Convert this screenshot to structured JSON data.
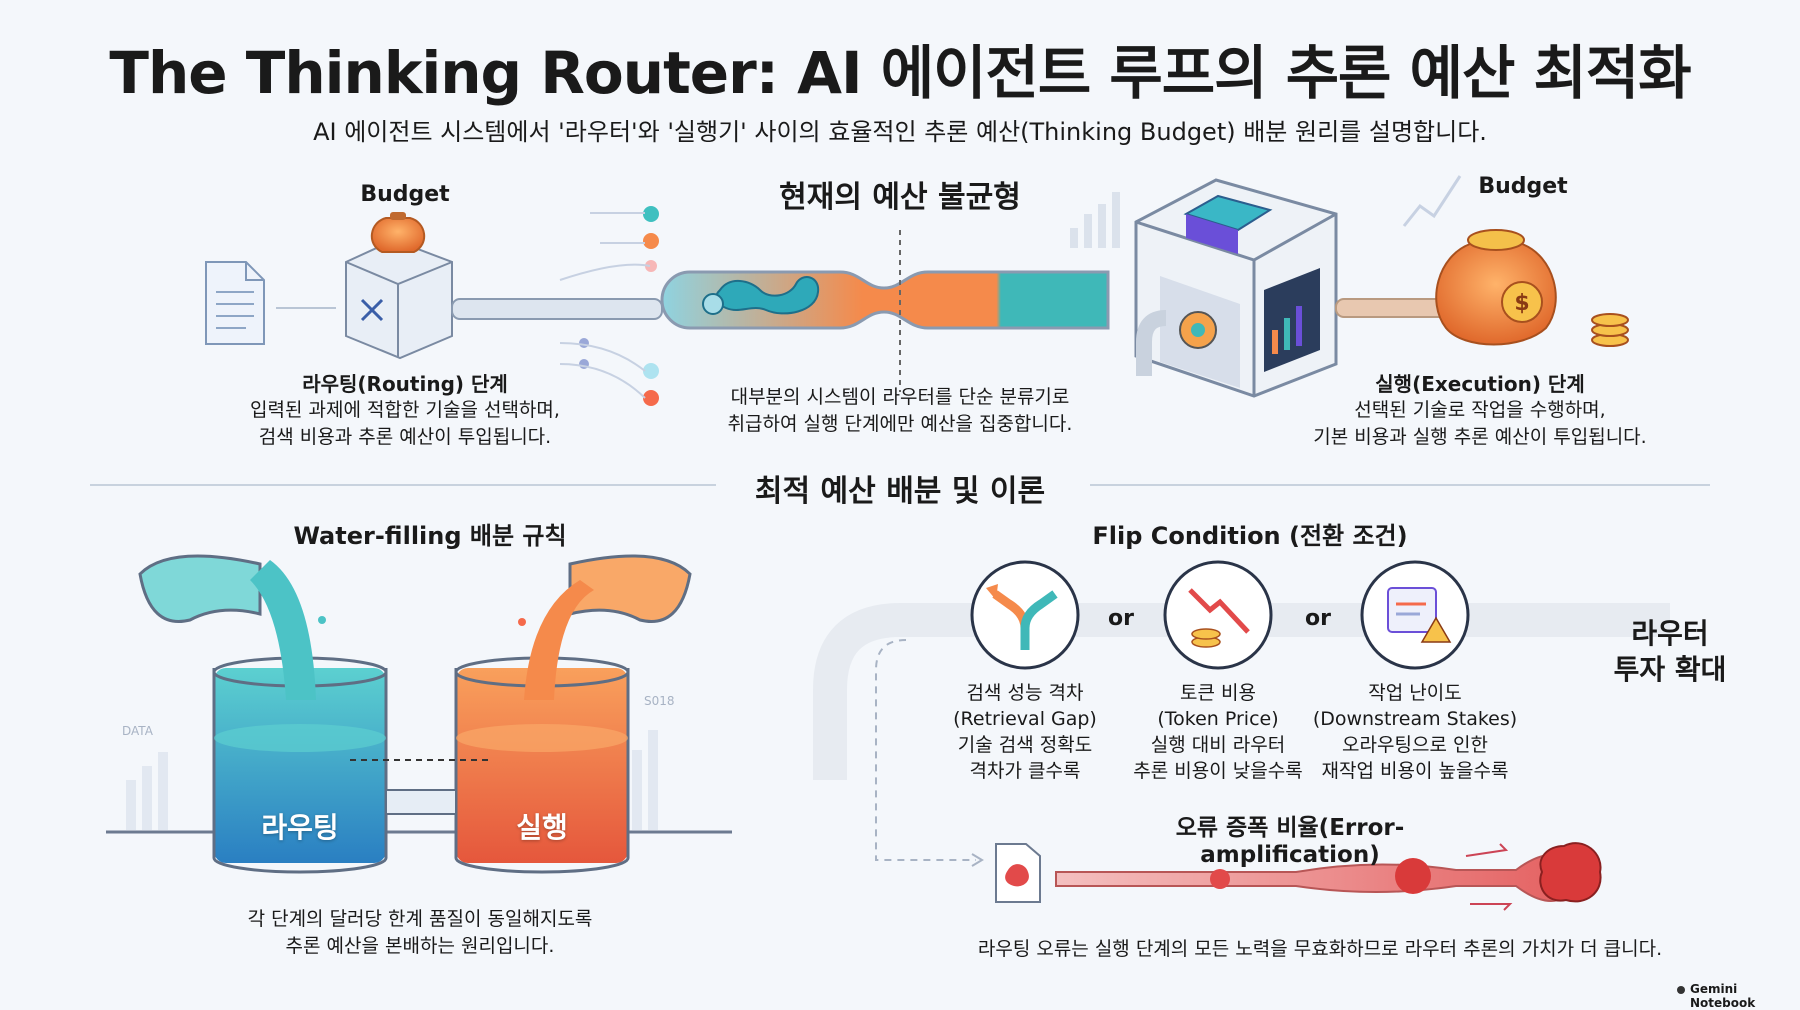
{
  "title": "The Thinking Router: AI 에이전트 루프의 추론 예산 최적화",
  "subtitle": "AI 에이전트 시스템에서 '라우터'와 '실행기' 사이의 효율적인 추론 예산(Thinking Budget) 배분 원리를 설명합니다.",
  "top": {
    "heading": "현재의 예산 불균형",
    "budget_left": "Budget",
    "budget_right": "Budget",
    "routing": {
      "title": "라우팅(Routing) 단계",
      "line1": "입력된 과제에 적합한 기술을 선택하며,",
      "line2": "검색 비용과 추론 예산이 투입됩니다."
    },
    "middle": {
      "line1": "대부분의 시스템이 라우터를 단순 분류기로",
      "line2": "취급하여 실행 단계에만 예산을 집중합니다."
    },
    "execution": {
      "title": "실행(Execution) 단계",
      "line1": "선택된 기술로 작업을 수행하며,",
      "line2": "기본 비용과 실행 추론 예산이 투입됩니다."
    }
  },
  "divider_heading": "최적 예산 배분 및 이론",
  "water": {
    "heading": "Water-filling 배분 규칙",
    "tank_left": "라우팅",
    "tank_right": "실행",
    "caption1": "각 단계의 달러당 한계 품질이 동일해지도록",
    "caption2": "추론 예산을 본배하는 원리입니다."
  },
  "flip": {
    "heading": "Flip Condition (전환 조건)",
    "or1": "or",
    "or2": "or",
    "result1": "라우터",
    "result2": "투자 확대",
    "items": [
      {
        "title": "검색 성능 격차",
        "en": "(Retrieval Gap)",
        "d1": "기술 검색 정확도",
        "d2": "격차가 클수록",
        "icon": "fork-arrows-icon"
      },
      {
        "title": "토큰 비용",
        "en": "(Token Price)",
        "d1": "실행 대비 라우터",
        "d2": "추론 비용이 낮을수록",
        "icon": "price-down-icon"
      },
      {
        "title": "작업 난이도",
        "en": "(Downstream Stakes)",
        "d1": "오라우팅으로 인한",
        "d2": "재작업 비용이 높을수록",
        "icon": "warning-doc-icon"
      }
    ],
    "error_heading": "오류 증폭 비율(Error-amplification)",
    "error_caption": "라우팅 오류는 실행 단계의 모든 노력을 무효화하므로 라우터 추론의 가치가 더 큽니다."
  },
  "watermark": "Gemini Notebook",
  "decor": {
    "data_label": "DATA",
    "code_label": "S018"
  },
  "colors": {
    "teal": "#3fb8b8",
    "orange": "#f58a4b",
    "accent_red": "#e24a4a",
    "purple": "#6b4fd8"
  }
}
